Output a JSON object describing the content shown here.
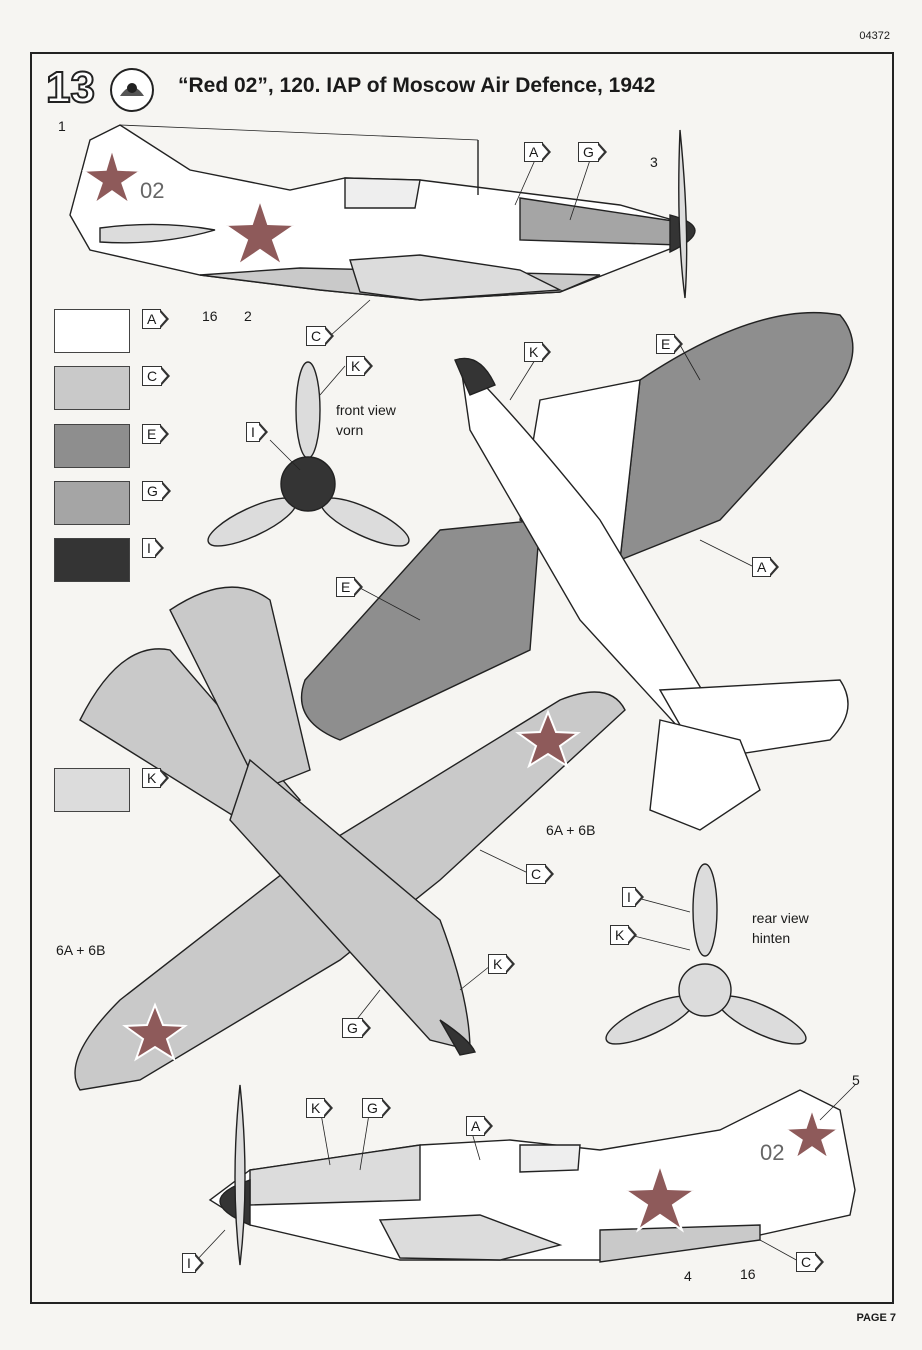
{
  "header": {
    "code": "04372",
    "step": "13",
    "title": "“Red 02”, 120. IAP of Moscow Air Defence, 1942"
  },
  "aircraft": {
    "fuselage_number": "02"
  },
  "legend": [
    {
      "letter": "A",
      "color": "#ffffff"
    },
    {
      "letter": "C",
      "color": "#c9c9c9"
    },
    {
      "letter": "E",
      "color": "#8e8e8e"
    },
    {
      "letter": "G",
      "color": "#a5a5a5"
    },
    {
      "letter": "I",
      "color": "#343434"
    },
    {
      "letter": "K",
      "color": "#dcdcdc"
    }
  ],
  "callouts": {
    "n1": "1",
    "n2": "2",
    "n3": "3",
    "n4": "4",
    "n5": "5",
    "n16a": "16",
    "n16b": "16",
    "decal_a": "6A + 6B",
    "decal_b": "6A + 6B"
  },
  "views": {
    "front_line1": "front view",
    "front_line2": "vorn",
    "rear_line1": "rear view",
    "rear_line2": "hinten"
  },
  "footer": {
    "page": "PAGE 7"
  }
}
